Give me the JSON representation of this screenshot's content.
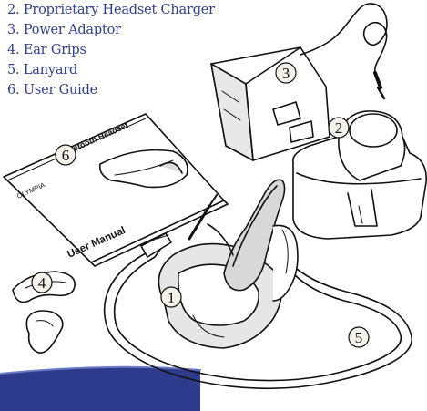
{
  "contents_list": [
    "2. Proprietary Headset Charger",
    "3. Power Adaptor",
    "4. Ear Grips",
    "5. Lanyard",
    "6. User Guide"
  ],
  "callouts": {
    "headset": "1",
    "charger": "2",
    "adaptor": "3",
    "ear_grips": "4",
    "lanyard": "5",
    "user_guide": "6"
  },
  "manual": {
    "brand": "OLYMPIA",
    "title_partial": "etooth Headset",
    "cover_title": "User Manual"
  },
  "colors": {
    "list_text": "#2f3f8f",
    "footer_band": "#2e3a8c"
  }
}
